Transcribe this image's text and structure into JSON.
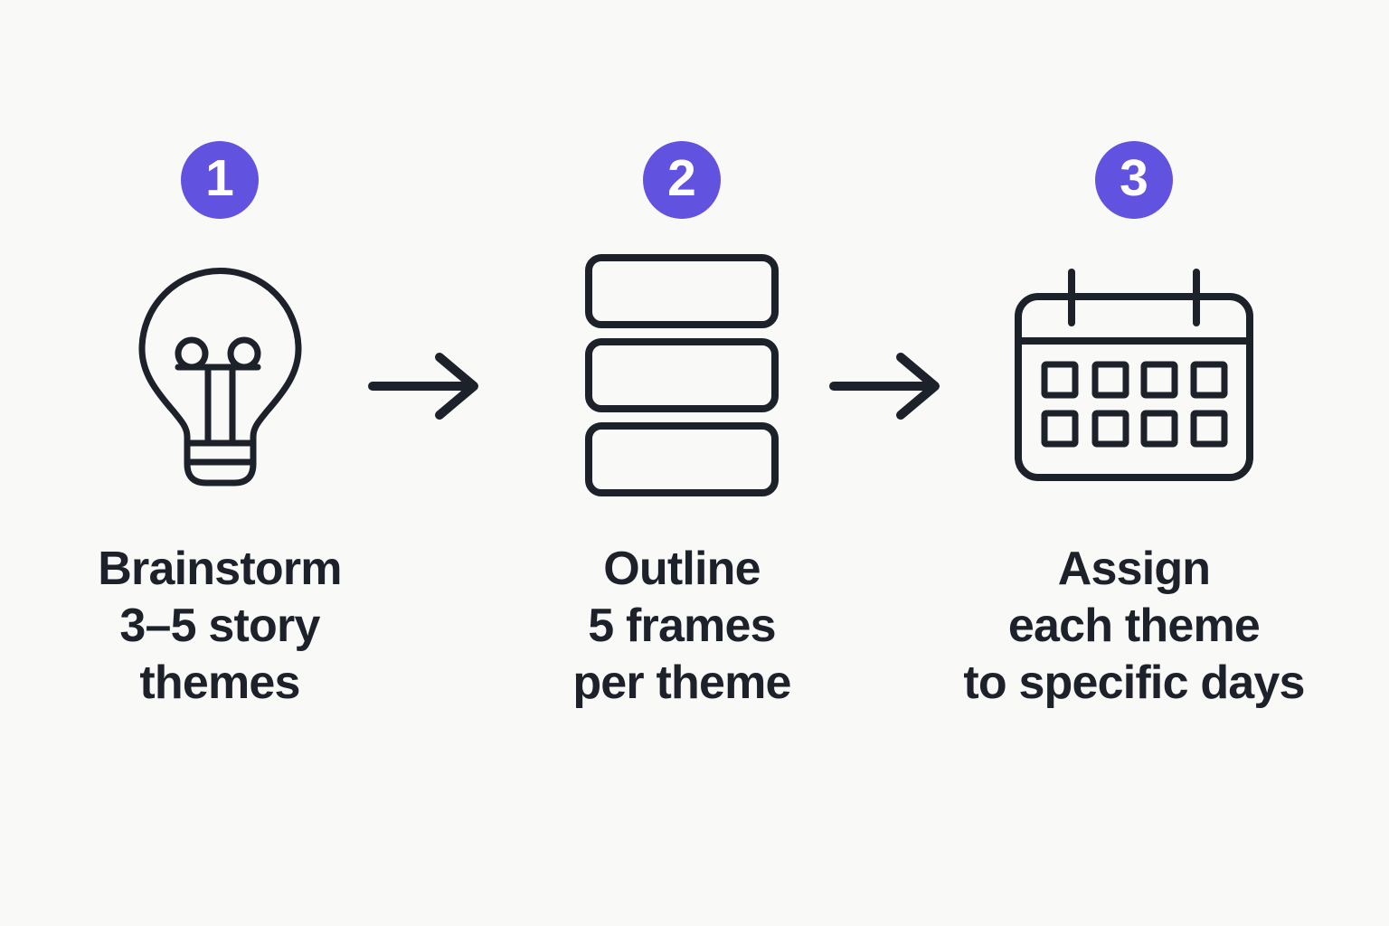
{
  "page": {
    "background_color": "#f9f9f7",
    "accent_color": "#6152e0",
    "ink_color": "#1d212a"
  },
  "steps": [
    {
      "number": "1",
      "icon": "lightbulb-icon",
      "lines": [
        "Brainstorm",
        "3–5 story",
        "themes"
      ]
    },
    {
      "number": "2",
      "icon": "frames-stack-icon",
      "lines": [
        "Outline",
        "5 frames",
        "per theme"
      ]
    },
    {
      "number": "3",
      "icon": "calendar-icon",
      "lines": [
        "Assign",
        "each theme",
        "to specific days"
      ]
    }
  ],
  "arrows": [
    {
      "icon": "arrow-right-icon"
    },
    {
      "icon": "arrow-right-icon"
    }
  ]
}
